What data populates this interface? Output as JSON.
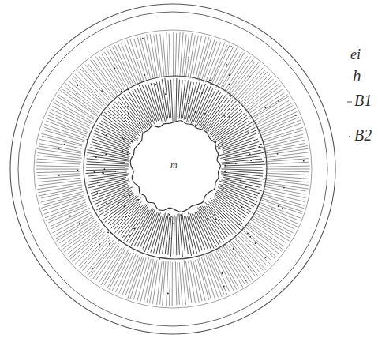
{
  "diagram": {
    "labels": [
      "ei",
      "h",
      "B1",
      "B2",
      "m"
    ]
  }
}
